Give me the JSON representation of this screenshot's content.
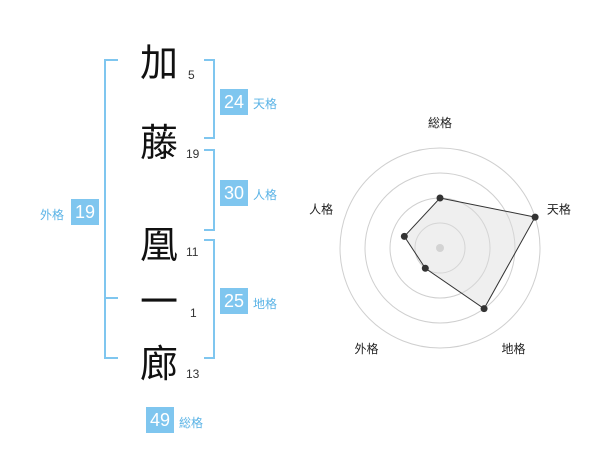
{
  "name": {
    "characters": [
      {
        "char": "加",
        "strokes": "5"
      },
      {
        "char": "藤",
        "strokes": "19"
      },
      {
        "char": "凰",
        "strokes": "11"
      },
      {
        "char": "一",
        "strokes": "1"
      },
      {
        "char": "廊",
        "strokes": "13"
      }
    ]
  },
  "fortunes": {
    "tenkaku": {
      "value": "24",
      "label": "天格"
    },
    "jinkaku": {
      "value": "30",
      "label": "人格"
    },
    "chikaku": {
      "value": "25",
      "label": "地格"
    },
    "gaikaku": {
      "value": "19",
      "label": "外格"
    },
    "soukaku": {
      "value": "49",
      "label": "総格"
    }
  },
  "colors": {
    "accent": "#7fc6ef",
    "bracket": "#7fc6ef",
    "radar_fill": "#eeeeee",
    "radar_line": "#333333"
  },
  "chart_data": {
    "type": "radar",
    "axes": [
      "総格",
      "天格",
      "地格",
      "外格",
      "人格"
    ],
    "rings": 4,
    "max": 4,
    "values": [
      2,
      4,
      3,
      1,
      1.5
    ]
  }
}
